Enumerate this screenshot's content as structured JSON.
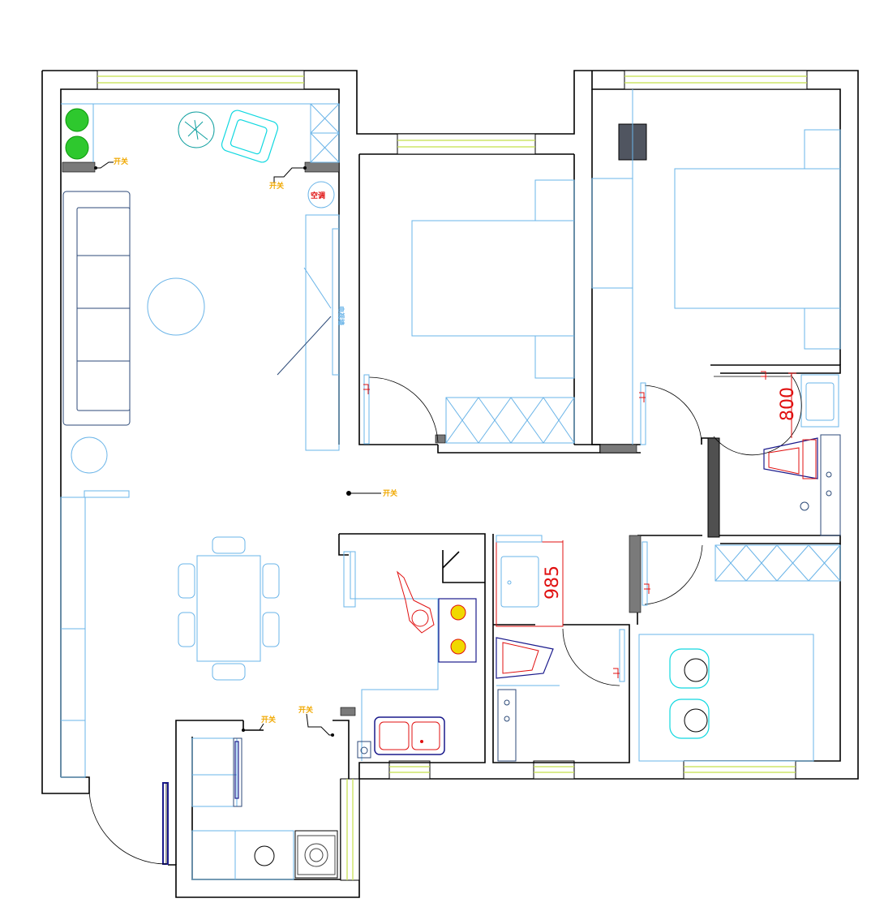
{
  "labels": {
    "switch_1": "开关",
    "switch_2": "开关",
    "switch_3": "开关",
    "switch_4": "开关",
    "switch_5": "开关",
    "ac": "空调",
    "tv_wall": "电视墙"
  },
  "dimensions": {
    "bath_width": "800",
    "wash_width": "985"
  },
  "colors": {
    "wall": "#000000",
    "window": "#c4e04a",
    "furniture": "#6ab4e8",
    "fixture_red": "#e01010",
    "fixture_navy": "#1a1a8c",
    "plant": "#2ec82e",
    "label": "#f0a800"
  }
}
